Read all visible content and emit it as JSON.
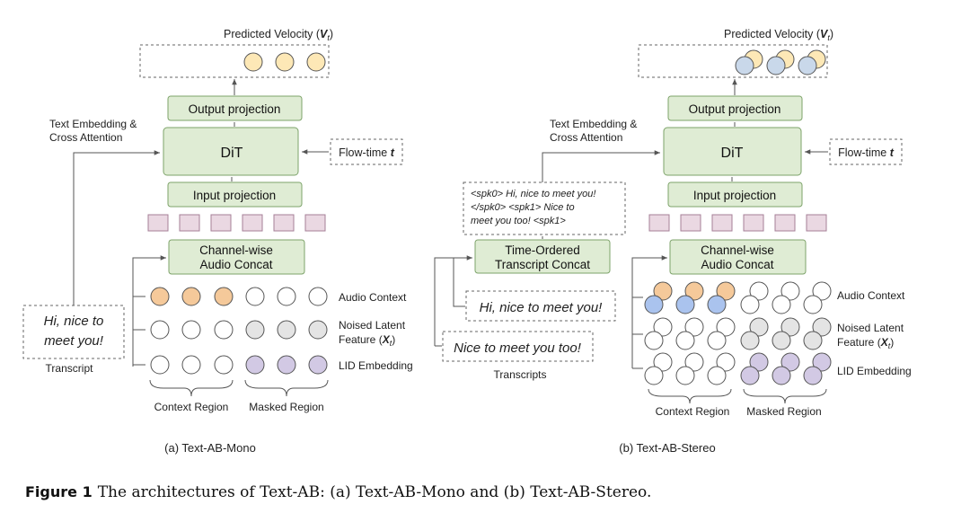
{
  "colors": {
    "green_fill": "#dfecd4",
    "green_stroke": "#7da36a",
    "token_fill": "#ead8e2",
    "token_stroke": "#a57f97",
    "orange": "#f5c99a",
    "yellow": "#fde8b6",
    "blue": "#aac3ee",
    "bluegrey": "#c9d8ea",
    "grey": "#e4e4e4",
    "purple": "#d2c9e4",
    "line": "#555555"
  },
  "left": {
    "predicted_velocity": "Predicted Velocity (",
    "predicted_velocity_sym": "V",
    "predicted_velocity_sub": "t",
    "predicted_velocity_close": ")",
    "output_projection": "Output projection",
    "dit": "DiT",
    "flow_time": "Flow-time ",
    "flow_time_sym": "t",
    "text_embedding_line1": "Text Embedding &",
    "text_embedding_line2": "Cross Attention",
    "input_projection": "Input projection",
    "concat_line1": "Channel-wise",
    "concat_line2": "Audio Concat",
    "transcript_line1": "Hi, nice to",
    "transcript_line2": "meet you!",
    "transcript_label": "Transcript",
    "audio_context": "Audio Context",
    "noised_latent_line1": "Noised Latent",
    "noised_latent_line2": "Feature (",
    "noised_latent_sym": "X",
    "noised_latent_sub": "t",
    "noised_latent_close": ")",
    "lid_embedding": "LID Embedding",
    "context_region": "Context Region",
    "masked_region": "Masked Region",
    "subcaption": "(a) Text-AB-Mono"
  },
  "right": {
    "predicted_velocity": "Predicted Velocity (",
    "predicted_velocity_sym": "V",
    "predicted_velocity_sub": "t",
    "predicted_velocity_close": ")",
    "output_projection": "Output projection",
    "dit": "DiT",
    "flow_time": "Flow-time ",
    "flow_time_sym": "t",
    "text_embedding_line1": "Text Embedding &",
    "text_embedding_line2": "Cross Attention",
    "input_projection": "Input projection",
    "spk_line1": "<spk0> Hi, nice to meet you!",
    "spk_line2": "</spk0> <spk1> Nice to",
    "spk_line3": "meet you too! <spk1>",
    "time_ordered_line1": "Time-Ordered",
    "time_ordered_line2": "Transcript Concat",
    "concat_line1": "Channel-wise",
    "concat_line2": "Audio Concat",
    "transcript_a": "Hi, nice to meet you!",
    "transcript_b": "Nice to meet you too!",
    "transcripts_label": "Transcripts",
    "audio_context": "Audio Context",
    "noised_latent_line1": "Noised Latent",
    "noised_latent_line2": "Feature (",
    "noised_latent_sym": "X",
    "noised_latent_sub": "t",
    "noised_latent_close": ")",
    "lid_embedding": "LID Embedding",
    "context_region": "Context Region",
    "masked_region": "Masked Region",
    "subcaption": "(b) Text-AB-Stereo"
  },
  "caption": {
    "label": "Figure 1",
    "text": "The architectures of Text-AB: (a) Text-AB-Mono and (b) Text-AB-Stereo."
  }
}
